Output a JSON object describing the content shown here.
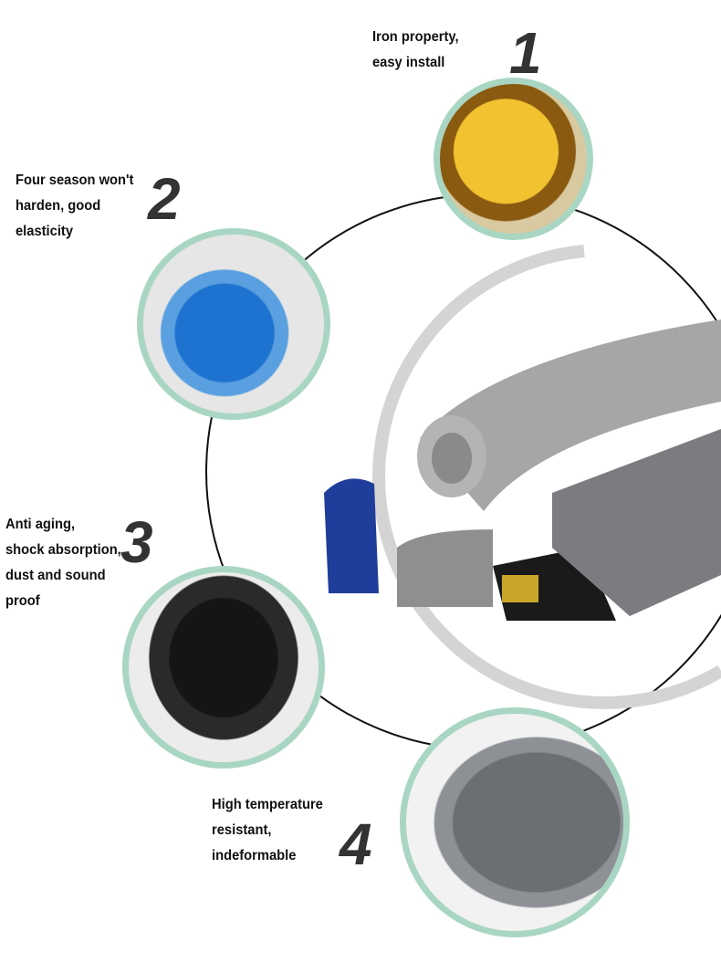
{
  "features": [
    {
      "number": "1",
      "lines": [
        "Iron property,",
        "easy install"
      ],
      "color": "#f2c230"
    },
    {
      "number": "2",
      "lines": [
        "Four season won't",
        "harden, good",
        "elasticity"
      ],
      "color": "#1e73d0"
    },
    {
      "number": "3",
      "lines": [
        "Anti aging,",
        "shock absorption,",
        "dust and sound",
        "proof"
      ],
      "color": "#151515"
    },
    {
      "number": "4",
      "lines": [
        "High temperature",
        "resistant,",
        "indeformable"
      ],
      "color": "#6b6e73"
    }
  ],
  "colors": {
    "bubble_border": "#a9d6c3",
    "ring": "#111111",
    "gray_arc": "#d4d4d4"
  }
}
